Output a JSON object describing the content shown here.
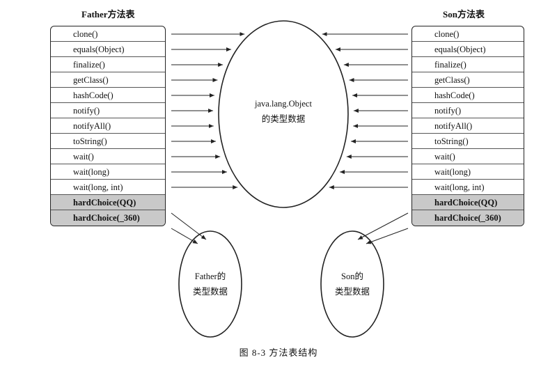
{
  "father_table": {
    "title": "Father方法表",
    "rows": [
      "clone()",
      "equals(Object)",
      "finalize()",
      "getClass()",
      "hashCode()",
      "notify()",
      "notifyAll()",
      "toString()",
      "wait()",
      "wait(long)",
      "wait(long, int)",
      "hardChoice(QQ)",
      "hardChoice(_360)"
    ]
  },
  "son_table": {
    "title": "Son方法表",
    "rows": [
      "clone()",
      "equals(Object)",
      "finalize()",
      "getClass()",
      "hashCode()",
      "notify()",
      "notifyAll()",
      "toString()",
      "wait()",
      "wait(long)",
      "wait(long, int)",
      "hardChoice(QQ)",
      "hardChoice(_360)"
    ]
  },
  "highlighted_rows": [
    11,
    12
  ],
  "object_type": {
    "line1": "java.lang.Object",
    "line2": "的类型数据"
  },
  "father_type": {
    "line1": "Father的",
    "line2": "类型数据"
  },
  "son_type": {
    "line1": "Son的",
    "line2": "类型数据"
  },
  "caption": "图 8-3   方法表结构"
}
